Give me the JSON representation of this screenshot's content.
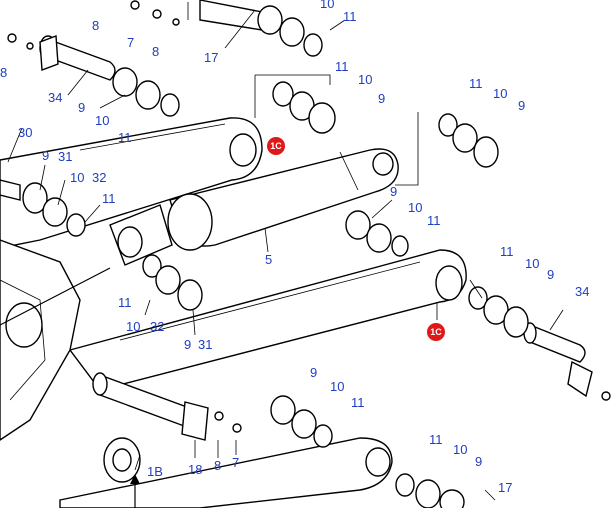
{
  "colors": {
    "label": "#1f3fbf",
    "badge": "#e01818",
    "line": "#000000"
  },
  "badge_text": "1C",
  "labels": {
    "l_8_a": "8",
    "l_7_a": "7",
    "l_8_b": "8",
    "l_10_a": "10",
    "l_11_a": "11",
    "l_17_a": "17",
    "l_8_c": "8",
    "l_34_a": "34",
    "l_9_a": "9",
    "l_10_b": "10",
    "l_11_b": "11",
    "l_10_c": "10",
    "l_9_b": "9",
    "l_30": "30",
    "l_9_c": "9",
    "l_31_a": "31",
    "l_11_c": "11",
    "l_10_d": "10",
    "l_32_a": "32",
    "l_11_d": "11",
    "l_11_e": "11",
    "l_10_e": "10",
    "l_9_d": "9",
    "l_9_e": "9",
    "l_10_f": "10",
    "l_11_f": "11",
    "l_5": "5",
    "l_11_g": "11",
    "l_10_g": "10",
    "l_9_f": "9",
    "l_34_b": "34",
    "l_11_h": "11",
    "l_10_h": "10",
    "l_32_b": "32",
    "l_9_g": "9",
    "l_31_b": "31",
    "l_9_h": "9",
    "l_10_i": "10",
    "l_11_i": "11",
    "l_1b": "1B",
    "l_18": "18",
    "l_8_d": "8",
    "l_7_b": "7",
    "l_11_j": "11",
    "l_10_j": "10",
    "l_9_i": "9",
    "l_17_b": "17"
  }
}
